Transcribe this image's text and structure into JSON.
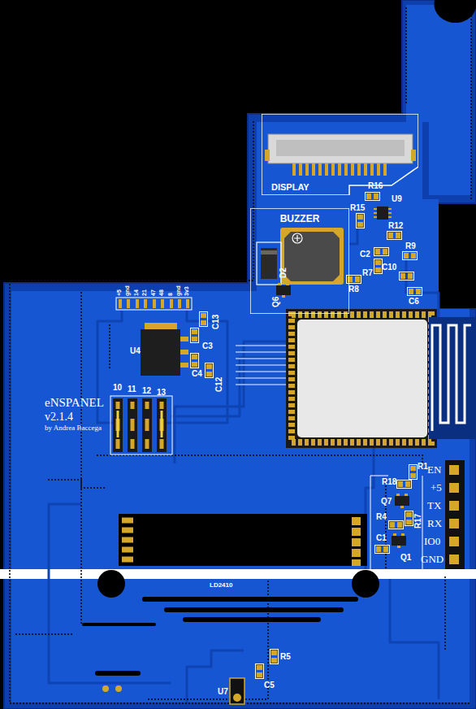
{
  "diagram": {
    "nodes": [
      {
        "text": [
          "DISPLAY"
        ]
      },
      {
        "text": [
          "BUZZER"
        ]
      }
    ],
    "labels": [
      "R16",
      "U9",
      "R15",
      "R12",
      "R9",
      "C2",
      "R7",
      "C10",
      "R8",
      "C6",
      "D2",
      "Q6",
      "+5",
      "gnd",
      "14",
      "21",
      "47",
      "48",
      "8",
      "gnd",
      "3v3",
      "C13",
      "C3",
      "U4",
      "C4",
      "C12",
      "10",
      "11",
      "12",
      "13",
      "eNSPANEL",
      "v2.1.4",
      "by Andrea Baccega",
      "R18",
      "R1",
      "Q7",
      "R17",
      "R4",
      "C1",
      "Q1",
      "EN",
      "+5",
      "TX",
      "RX",
      "IO0",
      "GND",
      "LD2410",
      "R5",
      "U7",
      "C5"
    ]
  }
}
